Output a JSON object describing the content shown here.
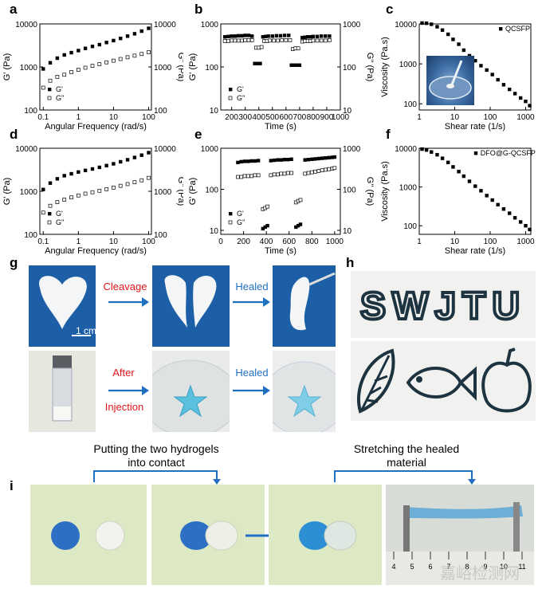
{
  "panels": {
    "a": {
      "label": "a"
    },
    "b": {
      "label": "b"
    },
    "c": {
      "label": "c"
    },
    "d": {
      "label": "d"
    },
    "e": {
      "label": "e"
    },
    "f": {
      "label": "f"
    },
    "g": {
      "label": "g"
    },
    "h": {
      "label": "h"
    },
    "i": {
      "label": "i"
    }
  },
  "g_panel": {
    "cleavage": "Cleavage",
    "healed1": "Healed",
    "after": "After",
    "injection": "Injection",
    "healed2": "Healed",
    "scale": "1 cm"
  },
  "h_panel": {
    "letters": [
      "S",
      "W",
      "J",
      "T",
      "U"
    ]
  },
  "i_panel": {
    "contact_line1": "Putting the two hydrogels",
    "contact_line2": "into contact",
    "stretch_line1": "Stretching the healed",
    "stretch_line2": "material",
    "ruler_numbers": [
      "4",
      "5",
      "6",
      "7",
      "8",
      "9",
      "10",
      "11"
    ],
    "watermark": "嘉峪检测网"
  },
  "colors": {
    "accent_blue": "#1f6fc2",
    "red": "#e0161b",
    "photo_blue": "#1c5fa6"
  },
  "chart_data": [
    {
      "id": "a",
      "type": "scatter",
      "xlabel": "Angular Frequency (rad/s)",
      "ylabel": "G' (Pa)",
      "y2label": "G'' (Pa)",
      "xscale": "log",
      "yscale": "log",
      "xlim": [
        0.08,
        120
      ],
      "ylim": [
        100,
        10000
      ],
      "xticks": [
        "0.1",
        "1",
        "10",
        "100"
      ],
      "yticks": [
        "100",
        "1000",
        "10000"
      ],
      "legend": "bottom-left",
      "series": [
        {
          "name": "G'",
          "marker": "filled-square",
          "x": [
            0.1,
            0.158,
            0.251,
            0.398,
            0.631,
            1,
            1.58,
            2.51,
            3.98,
            6.31,
            10,
            15.8,
            25.1,
            39.8,
            63.1,
            100
          ],
          "y": [
            900,
            1250,
            1600,
            1900,
            2150,
            2400,
            2700,
            3000,
            3300,
            3700,
            4100,
            4600,
            5200,
            5900,
            6800,
            7900
          ]
        },
        {
          "name": "G''",
          "marker": "open-square",
          "x": [
            0.1,
            0.158,
            0.251,
            0.398,
            0.631,
            1,
            1.58,
            2.51,
            3.98,
            6.31,
            10,
            15.8,
            25.1,
            39.8,
            63.1,
            100
          ],
          "y": [
            330,
            480,
            590,
            660,
            760,
            860,
            960,
            1060,
            1160,
            1280,
            1400,
            1530,
            1680,
            1830,
            2000,
            2200
          ]
        }
      ]
    },
    {
      "id": "b",
      "type": "scatter",
      "xlabel": "Time (s)",
      "ylabel": "G' (Pa)",
      "y2label": "G'' (Pa)",
      "xscale": "linear",
      "yscale": "log",
      "xlim": [
        120,
        1000
      ],
      "ylim": [
        10,
        1000
      ],
      "xticks": [
        "200",
        "300",
        "400",
        "500",
        "600",
        "700",
        "800",
        "900",
        "1000"
      ],
      "yticks": [
        "10",
        "100",
        "1000"
      ],
      "legend": "bottom-left",
      "series": [
        {
          "name": "G'",
          "marker": "filled-square",
          "x": [
            150,
            175,
            200,
            225,
            250,
            275,
            300,
            325,
            350,
            370,
            390,
            410,
            430,
            450,
            470,
            500,
            530,
            560,
            590,
            620,
            640,
            660,
            680,
            700,
            720,
            740,
            760,
            780,
            800,
            830,
            860,
            890,
            920
          ],
          "y": [
            500,
            510,
            520,
            520,
            530,
            530,
            540,
            540,
            520,
            120,
            120,
            120,
            500,
            510,
            520,
            520,
            530,
            530,
            540,
            540,
            110,
            110,
            110,
            110,
            480,
            490,
            500,
            500,
            510,
            510,
            520,
            520,
            520
          ]
        },
        {
          "name": "G''",
          "marker": "open-square",
          "x": [
            150,
            175,
            200,
            225,
            250,
            275,
            300,
            325,
            350,
            380,
            400,
            420,
            440,
            460,
            480,
            510,
            540,
            570,
            600,
            630,
            650,
            670,
            690,
            720,
            740,
            760,
            780,
            800,
            830,
            860,
            890,
            920
          ],
          "y": [
            400,
            400,
            410,
            410,
            410,
            410,
            420,
            420,
            420,
            280,
            280,
            290,
            400,
            400,
            410,
            410,
            410,
            420,
            420,
            420,
            260,
            270,
            270,
            390,
            400,
            400,
            400,
            410,
            410,
            410,
            410,
            420
          ]
        }
      ]
    },
    {
      "id": "c",
      "type": "scatter",
      "xlabel": "Shear rate (1/s)",
      "ylabel": "Viscosity (Pa.s)",
      "xscale": "log",
      "yscale": "log",
      "xlim": [
        1,
        1400
      ],
      "ylim": [
        70,
        10000
      ],
      "xticks": [
        "1",
        "10",
        "100",
        "1000"
      ],
      "yticks": [
        "100",
        "1000",
        "10000"
      ],
      "legend": "top-right",
      "series": [
        {
          "name": "QCSFP",
          "marker": "filled-square",
          "x": [
            1.2,
            1.6,
            2.2,
            3.2,
            4.5,
            6.5,
            9,
            13,
            18,
            26,
            38,
            55,
            80,
            115,
            165,
            240,
            350,
            500,
            720,
            1000,
            1300
          ],
          "y": [
            10500,
            10400,
            9800,
            8500,
            7000,
            5500,
            4100,
            3100,
            2200,
            1600,
            1200,
            900,
            700,
            540,
            400,
            300,
            230,
            180,
            140,
            115,
            90
          ]
        }
      ]
    },
    {
      "id": "d",
      "type": "scatter",
      "xlabel": "Angular Frequency (rad/s)",
      "ylabel": "G' (Pa)",
      "y2label": "G'' (Pa)",
      "xscale": "log",
      "yscale": "log",
      "xlim": [
        0.08,
        120
      ],
      "ylim": [
        100,
        10000
      ],
      "xticks": [
        "0.1",
        "1",
        "10",
        "100"
      ],
      "yticks": [
        "100",
        "1000",
        "10000"
      ],
      "legend": "bottom-left",
      "series": [
        {
          "name": "G'",
          "marker": "filled-square",
          "x": [
            0.1,
            0.158,
            0.251,
            0.398,
            0.631,
            1,
            1.58,
            2.51,
            3.98,
            6.31,
            10,
            15.8,
            25.1,
            39.8,
            63.1,
            100
          ],
          "y": [
            1100,
            1550,
            1950,
            2300,
            2550,
            2800,
            3050,
            3300,
            3600,
            3950,
            4350,
            4850,
            5400,
            6100,
            6900,
            7900
          ]
        },
        {
          "name": "G''",
          "marker": "open-square",
          "x": [
            0.1,
            0.158,
            0.251,
            0.398,
            0.631,
            1,
            1.58,
            2.51,
            3.98,
            6.31,
            10,
            15.8,
            25.1,
            39.8,
            63.1,
            100
          ],
          "y": [
            320,
            460,
            560,
            640,
            720,
            800,
            880,
            950,
            1030,
            1120,
            1220,
            1340,
            1470,
            1620,
            1800,
            2050
          ]
        }
      ]
    },
    {
      "id": "e",
      "type": "scatter",
      "xlabel": "Time (s)",
      "ylabel": "G' (Pa)",
      "y2label": "G'' (Pa)",
      "xscale": "linear",
      "yscale": "log",
      "xlim": [
        0,
        1050
      ],
      "ylim": [
        8,
        1000
      ],
      "xticks": [
        "0",
        "200",
        "400",
        "600",
        "800",
        "1000"
      ],
      "yticks": [
        "10",
        "100",
        "1000"
      ],
      "legend": "bottom-left",
      "series": [
        {
          "name": "G'",
          "marker": "filled-square",
          "x": [
            150,
            180,
            210,
            240,
            270,
            300,
            330,
            370,
            390,
            410,
            440,
            470,
            500,
            530,
            560,
            590,
            620,
            660,
            680,
            700,
            740,
            770,
            800,
            830,
            860,
            890,
            920,
            950,
            980,
            1000
          ],
          "y": [
            450,
            470,
            480,
            480,
            490,
            490,
            500,
            11,
            12,
            13,
            500,
            510,
            520,
            520,
            530,
            530,
            540,
            12,
            13,
            14,
            520,
            530,
            540,
            550,
            560,
            570,
            580,
            590,
            600,
            610
          ]
        },
        {
          "name": "G''",
          "marker": "open-square",
          "x": [
            150,
            180,
            210,
            240,
            270,
            300,
            330,
            370,
            390,
            410,
            440,
            470,
            500,
            530,
            560,
            590,
            620,
            660,
            680,
            700,
            740,
            770,
            800,
            830,
            860,
            890,
            920,
            950,
            980,
            1000
          ],
          "y": [
            200,
            200,
            210,
            210,
            210,
            220,
            220,
            33,
            35,
            38,
            220,
            230,
            230,
            240,
            240,
            250,
            250,
            48,
            52,
            55,
            240,
            250,
            260,
            270,
            280,
            290,
            300,
            310,
            320,
            330
          ]
        }
      ]
    },
    {
      "id": "f",
      "type": "scatter",
      "xlabel": "Shear rate (1/s)",
      "ylabel": "Viscosity (Pa.s)",
      "xscale": "log",
      "yscale": "log",
      "xlim": [
        1,
        1400
      ],
      "ylim": [
        60,
        10000
      ],
      "xticks": [
        "1",
        "10",
        "100",
        "1000"
      ],
      "yticks": [
        "100",
        "1000",
        "10000"
      ],
      "legend": "top-right",
      "series": [
        {
          "name": "DFO@G-QCSFP",
          "marker": "filled-square",
          "x": [
            1.2,
            1.6,
            2.2,
            3.2,
            4.5,
            6.5,
            9,
            13,
            18,
            26,
            38,
            55,
            80,
            115,
            165,
            240,
            350,
            500,
            720,
            1000,
            1300
          ],
          "y": [
            9500,
            9000,
            8000,
            6800,
            5500,
            4300,
            3300,
            2500,
            1900,
            1400,
            1050,
            800,
            600,
            460,
            350,
            270,
            210,
            160,
            125,
            100,
            80
          ]
        }
      ]
    }
  ]
}
